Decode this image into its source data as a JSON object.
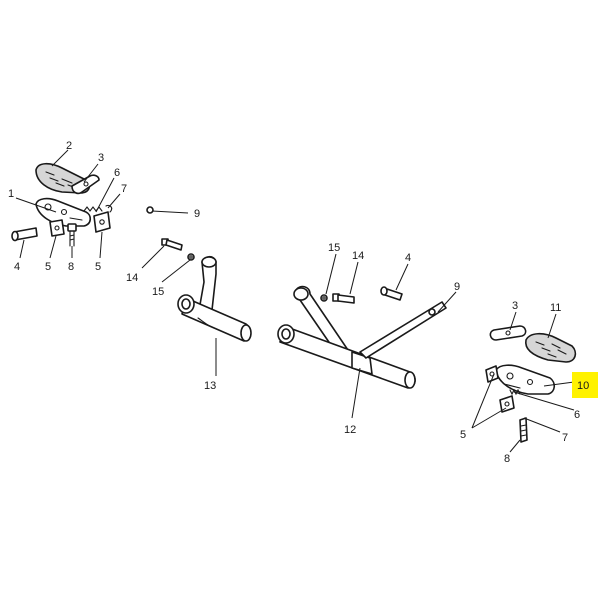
{
  "labels": {
    "l1": "1",
    "l2": "2",
    "l3a": "3",
    "l4a": "4",
    "l5a": "5",
    "l5b": "5",
    "l6a": "6",
    "l7a": "7",
    "l8a": "8",
    "l9a": "9",
    "l14a": "14",
    "l15a": "15",
    "l13": "13",
    "l15b": "15",
    "l14b": "14",
    "l4b": "4",
    "l12": "12",
    "l9b": "9",
    "l3b": "3",
    "l11": "11",
    "l10": "10",
    "l5c": "5",
    "l6b": "6",
    "l7b": "7",
    "l8b": "8"
  },
  "colors": {
    "highlight": "#fff200",
    "ink": "#1a1a1a",
    "shade": "#d6d6d6"
  }
}
